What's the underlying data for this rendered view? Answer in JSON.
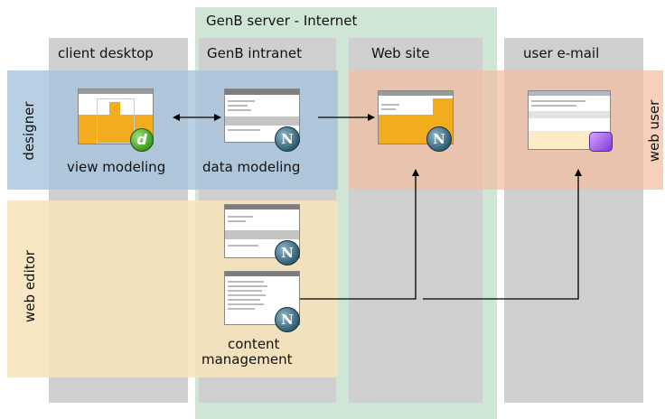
{
  "diagram": {
    "server_title": "GenB server - Internet",
    "columns": {
      "client_desktop": "client desktop",
      "intranet": "GenB intranet",
      "web_site": "Web site",
      "user_email": "user e-mail"
    },
    "rows": {
      "designer": "designer",
      "web_editor": "web editor",
      "web_user": "web user"
    },
    "captions": {
      "view_modeling": "view modeling",
      "data_modeling": "data modeling",
      "content_management_line1": "content",
      "content_management_line2": "management"
    },
    "icons": {
      "dreamweaver": "dreamweaver-icon",
      "netscape": "netscape-icon",
      "email_client": "email-client-icon"
    },
    "colors": {
      "server_green": "#cfe6d6",
      "designer_blue": "#b7cfe0",
      "web_user_peach": "#f3cbb3",
      "web_editor_cream": "#f4e3bf",
      "column_gray": "#cfcfcf",
      "thumbnail_gold": "#f1ad1e"
    }
  }
}
